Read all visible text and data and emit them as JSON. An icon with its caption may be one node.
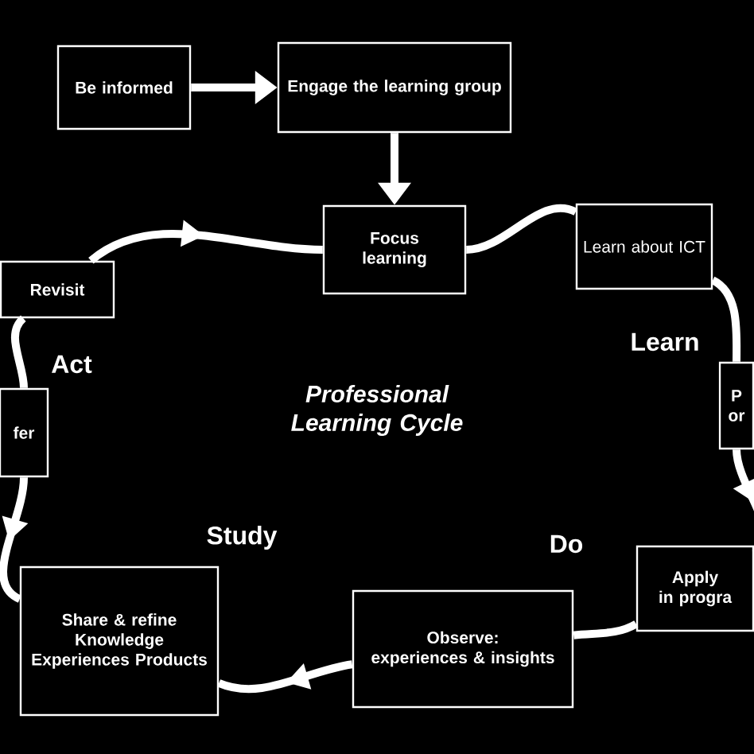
{
  "diagram": {
    "nodes": [
      {
        "text": [
          "Be informed"
        ]
      },
      {
        "text": [
          "Engage the learning group"
        ]
      },
      {
        "text": [
          "Focus",
          "learning"
        ]
      },
      {
        "text": [
          "Learn about ICT"
        ]
      },
      {
        "text": [
          "P",
          "or"
        ]
      },
      {
        "text": [
          "Apply",
          "in progra"
        ]
      },
      {
        "text": [
          "Observe:",
          "experiences & insights"
        ]
      },
      {
        "text": [
          "Share & refine",
          "Knowledge Experiences Products"
        ]
      },
      {
        "text": [
          "fer"
        ]
      },
      {
        "text": [
          "Revisit"
        ]
      }
    ],
    "edges": [
      {
        "from": 0,
        "to": 1,
        "arrow": "to"
      },
      {
        "from": 1,
        "to": 2,
        "arrow": "to"
      },
      {
        "from": 2,
        "to": 3,
        "arrow": "none"
      },
      {
        "from": 3,
        "to": 4,
        "arrow": "none"
      },
      {
        "from": 4,
        "to": 5,
        "arrow": "to"
      },
      {
        "from": 5,
        "to": 6,
        "arrow": "none"
      },
      {
        "from": 6,
        "to": 7,
        "arrow": "to"
      },
      {
        "from": 8,
        "to": 7,
        "arrow": "to"
      },
      {
        "from": 8,
        "to": 9,
        "arrow": "none"
      },
      {
        "from": 9,
        "to": 2,
        "arrow": "to"
      }
    ],
    "labels": [
      "Learn",
      "Act",
      "Professional Learning Cycle",
      "Study",
      "Do"
    ]
  }
}
